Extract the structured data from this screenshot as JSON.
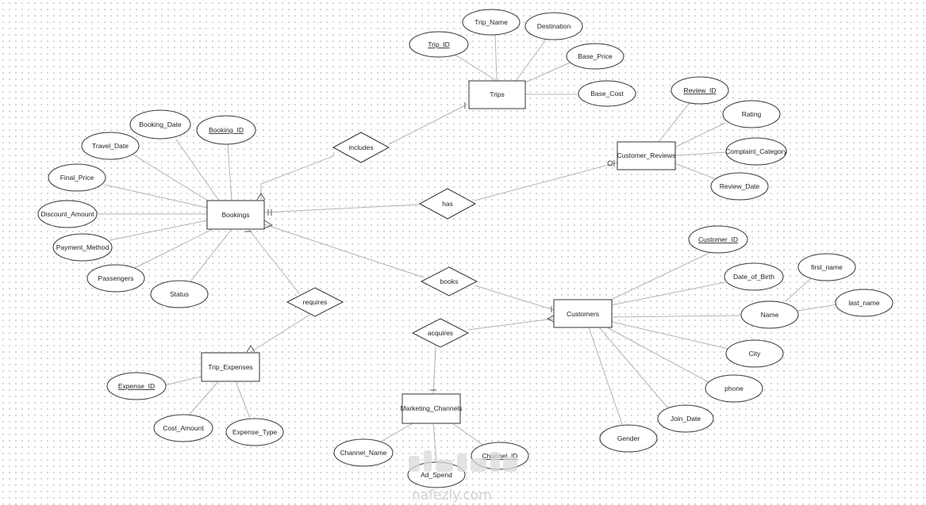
{
  "entities": {
    "trips": "Trips",
    "bookings": "Bookings",
    "customer_reviews": "Customer_Reviews",
    "customers": "Customers",
    "trip_expenses": "Trip_Expenses",
    "marketing_channels": "Marketing_Channels"
  },
  "relationships": {
    "includes": "includes",
    "has": "has",
    "books": "books",
    "requires": "requires",
    "acquires": "acquires"
  },
  "attributes": {
    "trip_id": "Trip_ID",
    "trip_name": "Trip_Name",
    "destination": "Destination",
    "base_price": "Base_Price",
    "base_cost": "Base_Cost",
    "review_id": "Review_ID",
    "rating": "Rating",
    "complaint_category": "Complaint_Category",
    "review_date": "Review_Date",
    "booking_date": "Booking_Date",
    "booking_id": "Booking_ID",
    "travel_date": "Travel_Date",
    "final_price": "Final_Price",
    "discount_amount": "Discount_Amount",
    "payment_method": "Payment_Method",
    "passengers": "Passengers",
    "status": "Status",
    "customer_id": "Customer_ID",
    "date_of_birth": "Date_of_Birth",
    "first_name": "first_name",
    "name": "Name",
    "last_name": "last_name",
    "city": "City",
    "phone": "phone",
    "join_date": "Join_Date",
    "gender": "Gender",
    "expense_id": "Expense_ID",
    "cost_amount": "Cost_Amount",
    "expense_type": "Expense_Type",
    "channel_name": "Channel_Name",
    "ad_spend": "Ad_Spend",
    "channel_id": "Channel_ID"
  },
  "watermark": {
    "text": "nafezly.com"
  }
}
